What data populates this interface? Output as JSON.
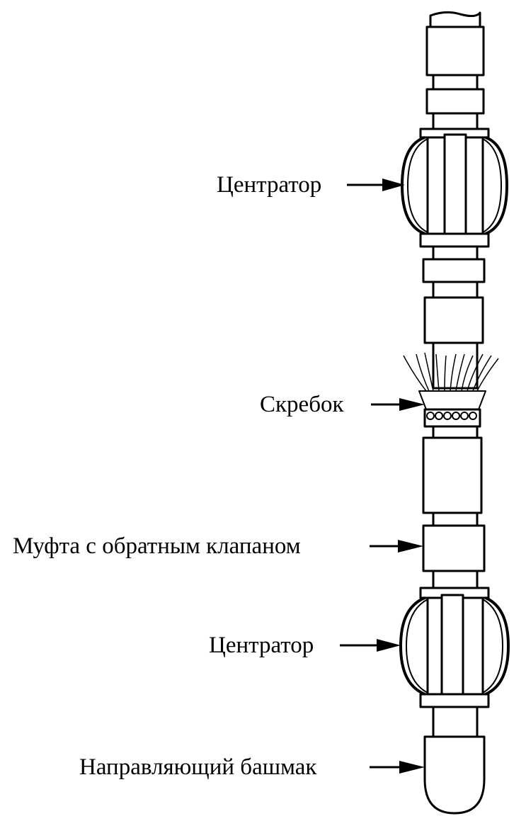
{
  "labels": {
    "centralizer_top": "Центратор",
    "scratcher": "Скребок",
    "float_collar": "Муфта с обратным клапаном",
    "centralizer_bottom": "Центратор",
    "guide_shoe": "Направляющий башмак"
  },
  "colors": {
    "ink": "#000000",
    "paper": "#ffffff"
  }
}
